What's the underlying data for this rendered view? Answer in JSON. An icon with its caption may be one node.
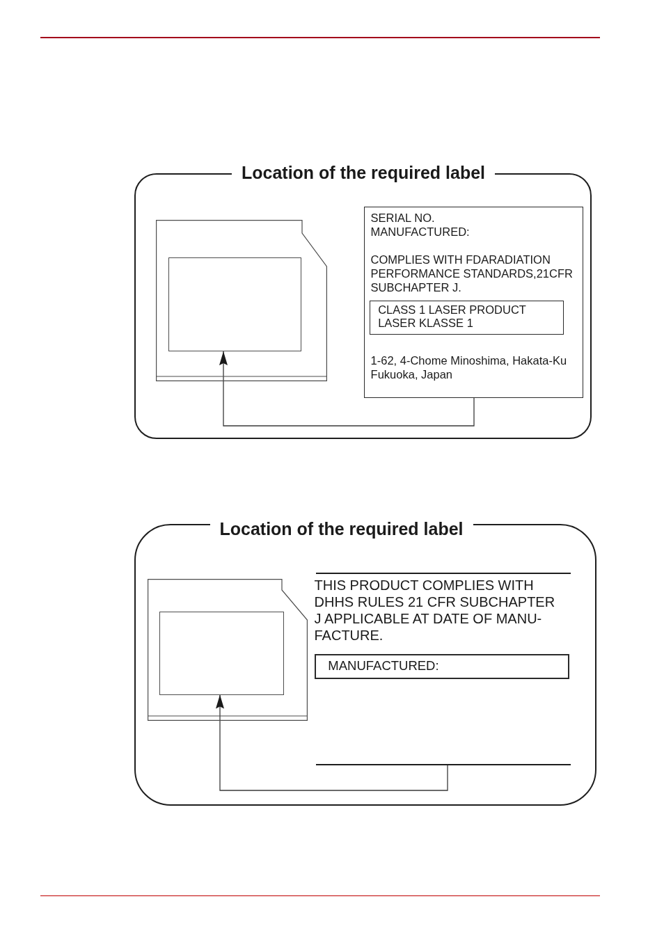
{
  "diagram": {
    "nodes": [
      {
        "text": [
          "Location of the required label"
        ]
      },
      {
        "text": [],
        "shape": "picture",
        "in": 0
      },
      {
        "text": [],
        "shape": "box",
        "in": 1
      },
      {
        "text": [
          "SERIAL NO.",
          "MANUFACTURED:",
          "COMPLIES WITH FDARADIATION PERFORMANCE STANDARDS,21CFR SUBCHAPTER J.",
          "1-62, 4-Chome Minoshima, Hakata-Ku Fukuoka, Japan"
        ],
        "in": 0
      },
      {
        "text": [
          "CLASS 1 LASER PRODUCT LASER KLASSE 1"
        ],
        "in": 3
      },
      {
        "text": [
          "Location of the required label"
        ]
      },
      {
        "text": [],
        "shape": "picture",
        "in": 5
      },
      {
        "text": [],
        "shape": "box",
        "in": 6
      },
      {
        "text": [
          "THIS PRODUCT COMPLIES WITH DHHS RULES 21 CFR SUBCHAPTER J APPLICABLE AT DATE OF MANU- FACTURE."
        ],
        "in": 5
      },
      {
        "text": [
          "MANUFACTURED:"
        ],
        "in": 8
      }
    ],
    "edges": [
      {
        "from": 3,
        "to": 2,
        "arrow": "to"
      },
      {
        "from": 8,
        "to": 7,
        "arrow": "to"
      }
    ]
  }
}
